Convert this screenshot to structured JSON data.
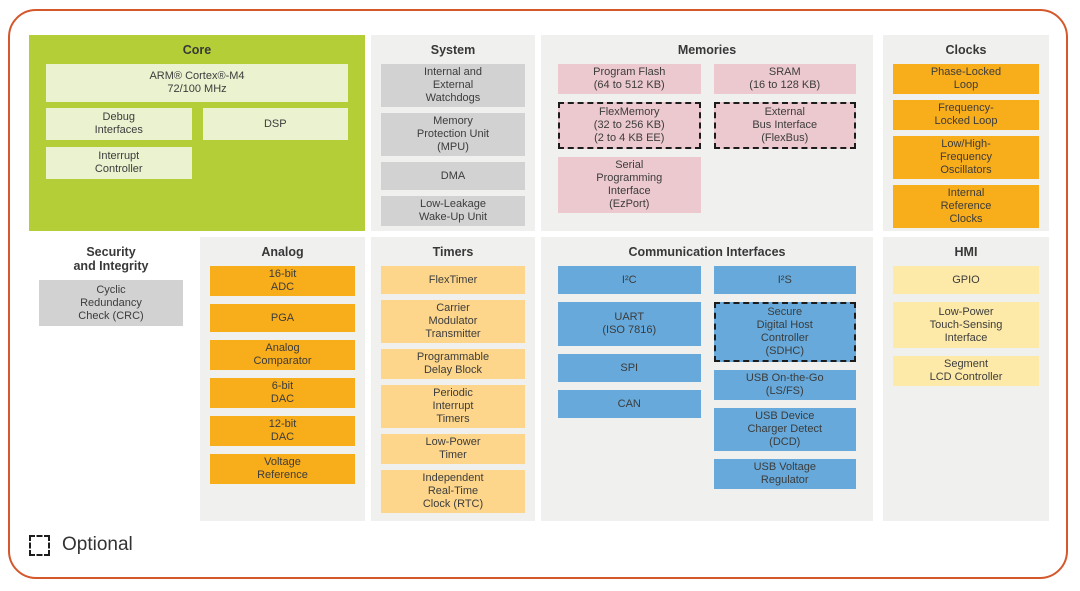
{
  "colors": {
    "frame-border": "#d4582c",
    "panel-bg": "#f0f0ef",
    "core-green": "#b3ce36",
    "core-block": "#eaf2cf",
    "gray-block": "#d2d2d2",
    "pink-block": "#ebc9cf",
    "orange-block": "#f8ad1a",
    "light-orange-block": "#fdd68b",
    "blue-block": "#66a9da",
    "yellow-block": "#fdeaa9",
    "text": "#3c3c3c"
  },
  "legend": {
    "label": "Optional"
  },
  "sections": {
    "core": {
      "title": "Core",
      "blocks": {
        "arm": {
          "label": "ARM® Cortex®-M4\n72/100 MHz"
        },
        "debug": {
          "label": "Debug\nInterfaces"
        },
        "dsp": {
          "label": "DSP"
        },
        "interrupt": {
          "label": "Interrupt\nController"
        }
      }
    },
    "system": {
      "title": "System",
      "blocks": [
        {
          "label": "Internal and\nExternal\nWatchdogs"
        },
        {
          "label": "Memory\nProtection Unit\n(MPU)"
        },
        {
          "label": "DMA"
        },
        {
          "label": "Low-Leakage\nWake-Up Unit"
        }
      ]
    },
    "memories": {
      "title": "Memories",
      "left": [
        {
          "label": "Program Flash\n(64 to 512 KB)",
          "optional": false
        },
        {
          "label": "FlexMemory\n(32 to 256 KB)\n(2 to 4 KB EE)",
          "optional": true
        },
        {
          "label": "Serial\nProgramming\nInterface\n(EzPort)",
          "optional": false
        }
      ],
      "right": [
        {
          "label": "SRAM\n(16 to 128 KB)",
          "optional": false
        },
        {
          "label": "External\nBus Interface\n(FlexBus)",
          "optional": true
        }
      ]
    },
    "clocks": {
      "title": "Clocks",
      "blocks": [
        {
          "label": "Phase-Locked\nLoop"
        },
        {
          "label": "Frequency-\nLocked Loop"
        },
        {
          "label": "Low/High-\nFrequency\nOscillators"
        },
        {
          "label": "Internal\nReference\nClocks"
        }
      ]
    },
    "security": {
      "title": "Security\nand Integrity",
      "blocks": [
        {
          "label": "Cyclic\nRedundancy\nCheck (CRC)"
        }
      ]
    },
    "analog": {
      "title": "Analog",
      "blocks": [
        {
          "label": "16-bit\nADC"
        },
        {
          "label": "PGA"
        },
        {
          "label": "Analog\nComparator"
        },
        {
          "label": "6-bit\nDAC"
        },
        {
          "label": "12-bit\nDAC"
        },
        {
          "label": "Voltage\nReference"
        }
      ]
    },
    "timers": {
      "title": "Timers",
      "blocks": [
        {
          "label": "FlexTimer"
        },
        {
          "label": "Carrier\nModulator\nTransmitter"
        },
        {
          "label": "Programmable\nDelay Block"
        },
        {
          "label": "Periodic\nInterrupt\nTimers"
        },
        {
          "label": "Low-Power\nTimer"
        },
        {
          "label": "Independent\nReal-Time\nClock (RTC)"
        }
      ]
    },
    "comm": {
      "title": "Communication Interfaces",
      "left": [
        {
          "label": "I²C"
        },
        {
          "label": "UART\n(ISO 7816)"
        },
        {
          "label": "SPI"
        },
        {
          "label": "CAN"
        }
      ],
      "right": [
        {
          "label": "I²S",
          "optional": false
        },
        {
          "label": "Secure\nDigital Host\nController\n(SDHC)",
          "optional": true
        },
        {
          "label": "USB On-the-Go\n(LS/FS)",
          "optional": false
        },
        {
          "label": "USB Device\nCharger Detect\n(DCD)",
          "optional": false
        },
        {
          "label": "USB Voltage\nRegulator",
          "optional": false
        }
      ]
    },
    "hmi": {
      "title": "HMI",
      "blocks": [
        {
          "label": "GPIO"
        },
        {
          "label": "Low-Power\nTouch-Sensing\nInterface"
        },
        {
          "label": "Segment\nLCD Controller"
        }
      ]
    }
  }
}
